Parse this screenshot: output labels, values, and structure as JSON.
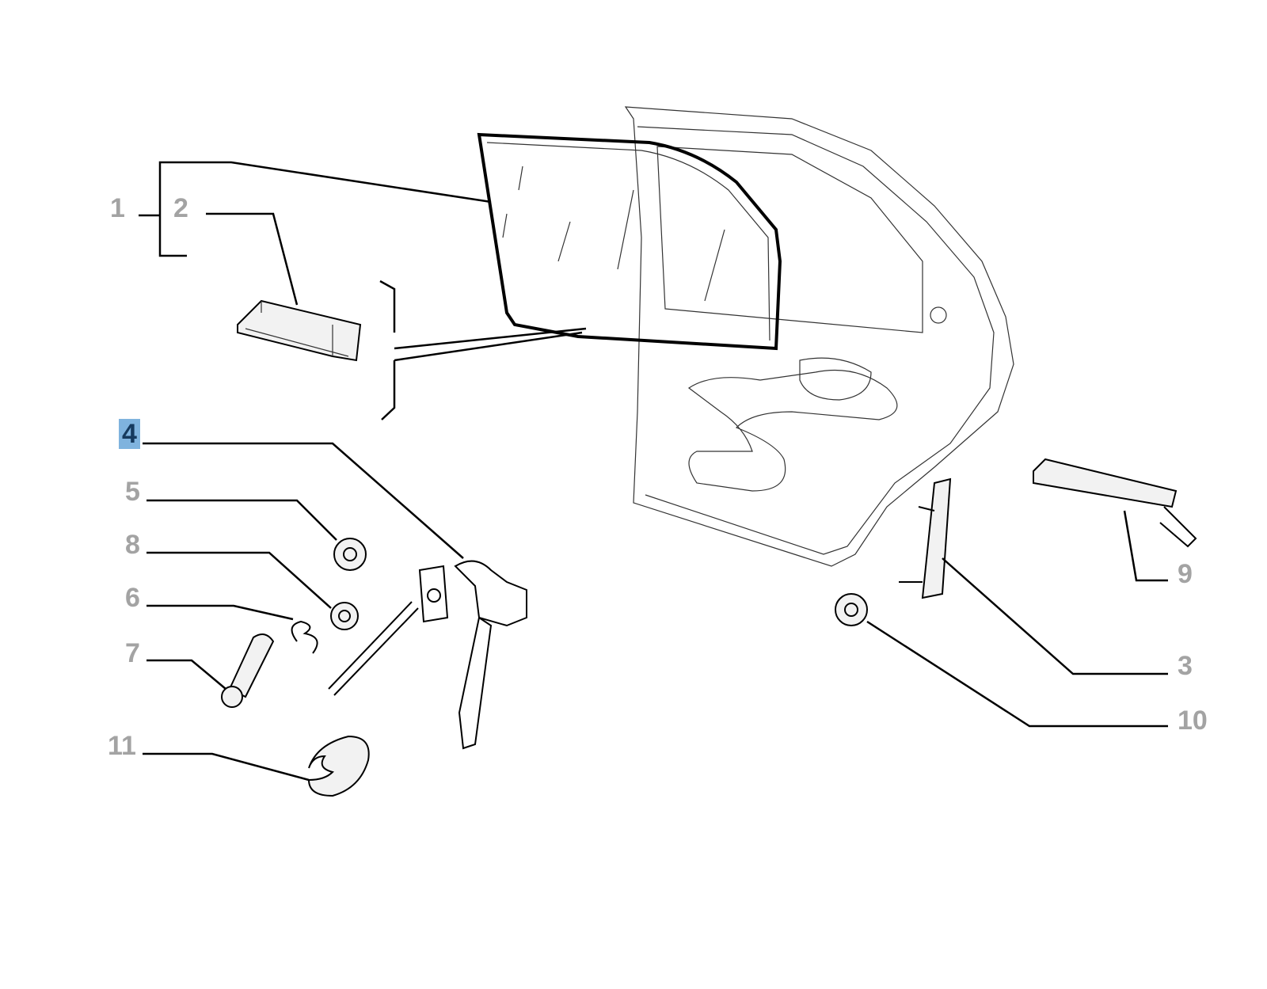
{
  "diagram": {
    "title_labels": [
      {
        "id": "1",
        "text": "1"
      },
      {
        "id": "2",
        "text": "2"
      },
      {
        "id": "3",
        "text": "3"
      },
      {
        "id": "4",
        "text": "4",
        "selected": true
      },
      {
        "id": "5",
        "text": "5"
      },
      {
        "id": "6",
        "text": "6"
      },
      {
        "id": "7",
        "text": "7"
      },
      {
        "id": "8",
        "text": "8"
      },
      {
        "id": "9",
        "text": "9"
      },
      {
        "id": "10",
        "text": "10"
      },
      {
        "id": "11",
        "text": "11"
      }
    ],
    "colors": {
      "label": "#a3a3a3",
      "selected_bg": "#7fb3de",
      "selected_text": "#163a5e"
    }
  }
}
